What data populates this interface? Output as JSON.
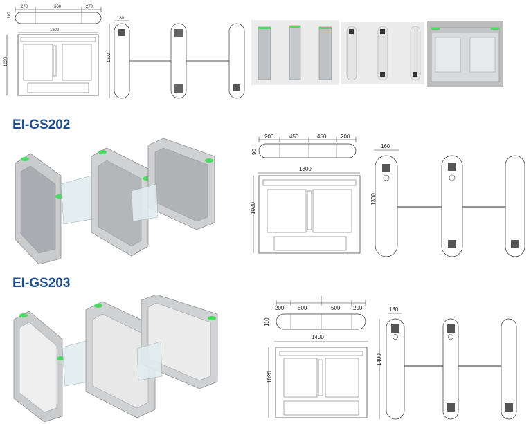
{
  "models": [
    {
      "id": "gs201",
      "title": ""
    },
    {
      "id": "gs202",
      "title": "EI-GS202"
    },
    {
      "id": "gs203",
      "title": "EI-GS203"
    }
  ],
  "gs201": {
    "top_dims": [
      "270",
      "660",
      "270"
    ],
    "depth": "110",
    "width": "1200",
    "height": "1020",
    "side_width": "180",
    "side_length": "1200"
  },
  "gs202": {
    "top_dims": [
      "200",
      "450",
      "450",
      "200"
    ],
    "depth": "90",
    "width": "1300",
    "height": "1020",
    "side_width": "160",
    "side_length": "1300"
  },
  "gs203": {
    "top_dims": [
      "200",
      "500",
      "500",
      "200"
    ],
    "depth": "110",
    "width": "1400",
    "height": "1020",
    "side_width": "180",
    "side_length": "1400"
  },
  "colors": {
    "title": "#1f4e8c",
    "green_led": "#4cd964",
    "steel": "#b5b8bb"
  }
}
